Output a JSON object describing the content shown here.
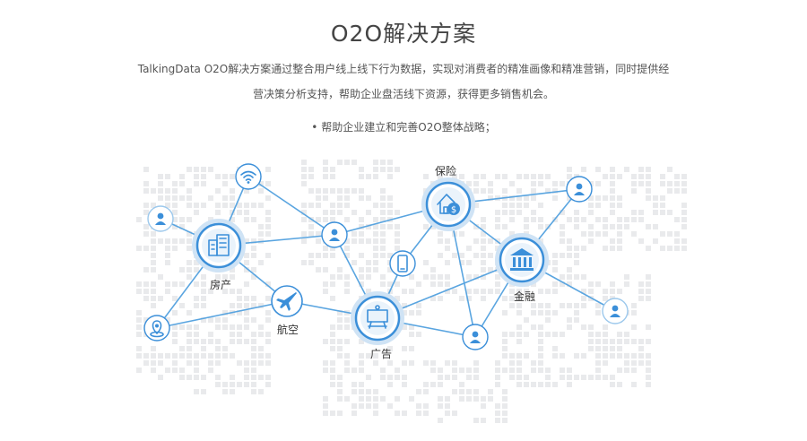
{
  "page": {
    "title": "O2O解决方案",
    "description": "TalkingData O2O解决方案通过整合用户线上线下行为数据，实现对消费者的精准画像和精准营销，同时提供经营决策分析支持，帮助企业盘活线下资源，获得更多销售机会。",
    "bullet_text": "帮助企业建立和完善O2O整体战略；",
    "bullet_symbol": "•"
  },
  "network": {
    "line_color": "#5aa5e0",
    "fill_light": "#eaf3fb",
    "accent": "#3b8fd9",
    "nodes": [
      {
        "id": "fangchan",
        "label": "房产",
        "icon": "buildings-icon",
        "kind": "big"
      },
      {
        "id": "hangkong",
        "label": "航空",
        "icon": "airplane-icon",
        "kind": "medium"
      },
      {
        "id": "guanggao",
        "label": "广告",
        "icon": "billboard-icon",
        "kind": "big"
      },
      {
        "id": "baoxian",
        "label": "保险",
        "icon": "house-dollar-icon",
        "kind": "big"
      },
      {
        "id": "jinrong",
        "label": "金融",
        "icon": "bank-icon",
        "kind": "big"
      },
      {
        "id": "wifi",
        "label": "",
        "icon": "wifi-icon",
        "kind": "small"
      },
      {
        "id": "user-left",
        "label": "",
        "icon": "user-icon",
        "kind": "small-faint"
      },
      {
        "id": "location",
        "label": "",
        "icon": "location-pin-icon",
        "kind": "small"
      },
      {
        "id": "user-center",
        "label": "",
        "icon": "user-icon",
        "kind": "small"
      },
      {
        "id": "phone",
        "label": "",
        "icon": "mobile-phone-icon",
        "kind": "small"
      },
      {
        "id": "user-bottom",
        "label": "",
        "icon": "user-icon",
        "kind": "small"
      },
      {
        "id": "user-topright",
        "label": "",
        "icon": "user-icon",
        "kind": "small"
      },
      {
        "id": "user-right",
        "label": "",
        "icon": "user-icon",
        "kind": "small-faint"
      }
    ]
  }
}
